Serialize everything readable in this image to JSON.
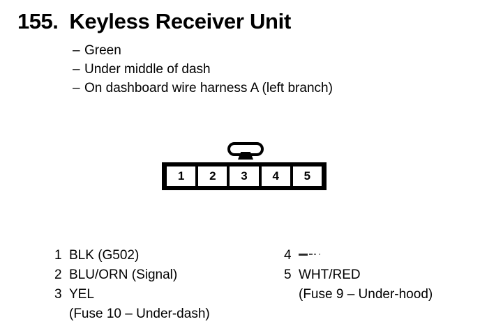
{
  "document": {
    "section_number": "155.",
    "title": "Keyless Receiver Unit"
  },
  "notes": [
    {
      "dash": "–",
      "text": "Green"
    },
    {
      "dash": "–",
      "text": "Under middle of dash"
    },
    {
      "dash": "–",
      "text": "On dashboard wire harness A (left branch)"
    }
  ],
  "connector": {
    "pin_count": 5,
    "pins": [
      {
        "number": "1"
      },
      {
        "number": "2"
      },
      {
        "number": "3"
      },
      {
        "number": "4"
      },
      {
        "number": "5"
      }
    ],
    "latch_over_pin": "3"
  },
  "legend": {
    "left_column": [
      {
        "number": "1",
        "description": "BLK (G502)",
        "sub": ""
      },
      {
        "number": "2",
        "description": "BLU/ORN (Signal)",
        "sub": ""
      },
      {
        "number": "3",
        "description": "YEL",
        "sub": "(Fuse 10 – Under-dash)"
      }
    ],
    "right_column": [
      {
        "number": "4",
        "description": "",
        "sub": ""
      },
      {
        "number": "5",
        "description": "WHT/RED",
        "sub": "(Fuse 9 – Under-hood)"
      }
    ]
  },
  "colors": {
    "ink": "#000000",
    "paper": "#ffffff"
  }
}
